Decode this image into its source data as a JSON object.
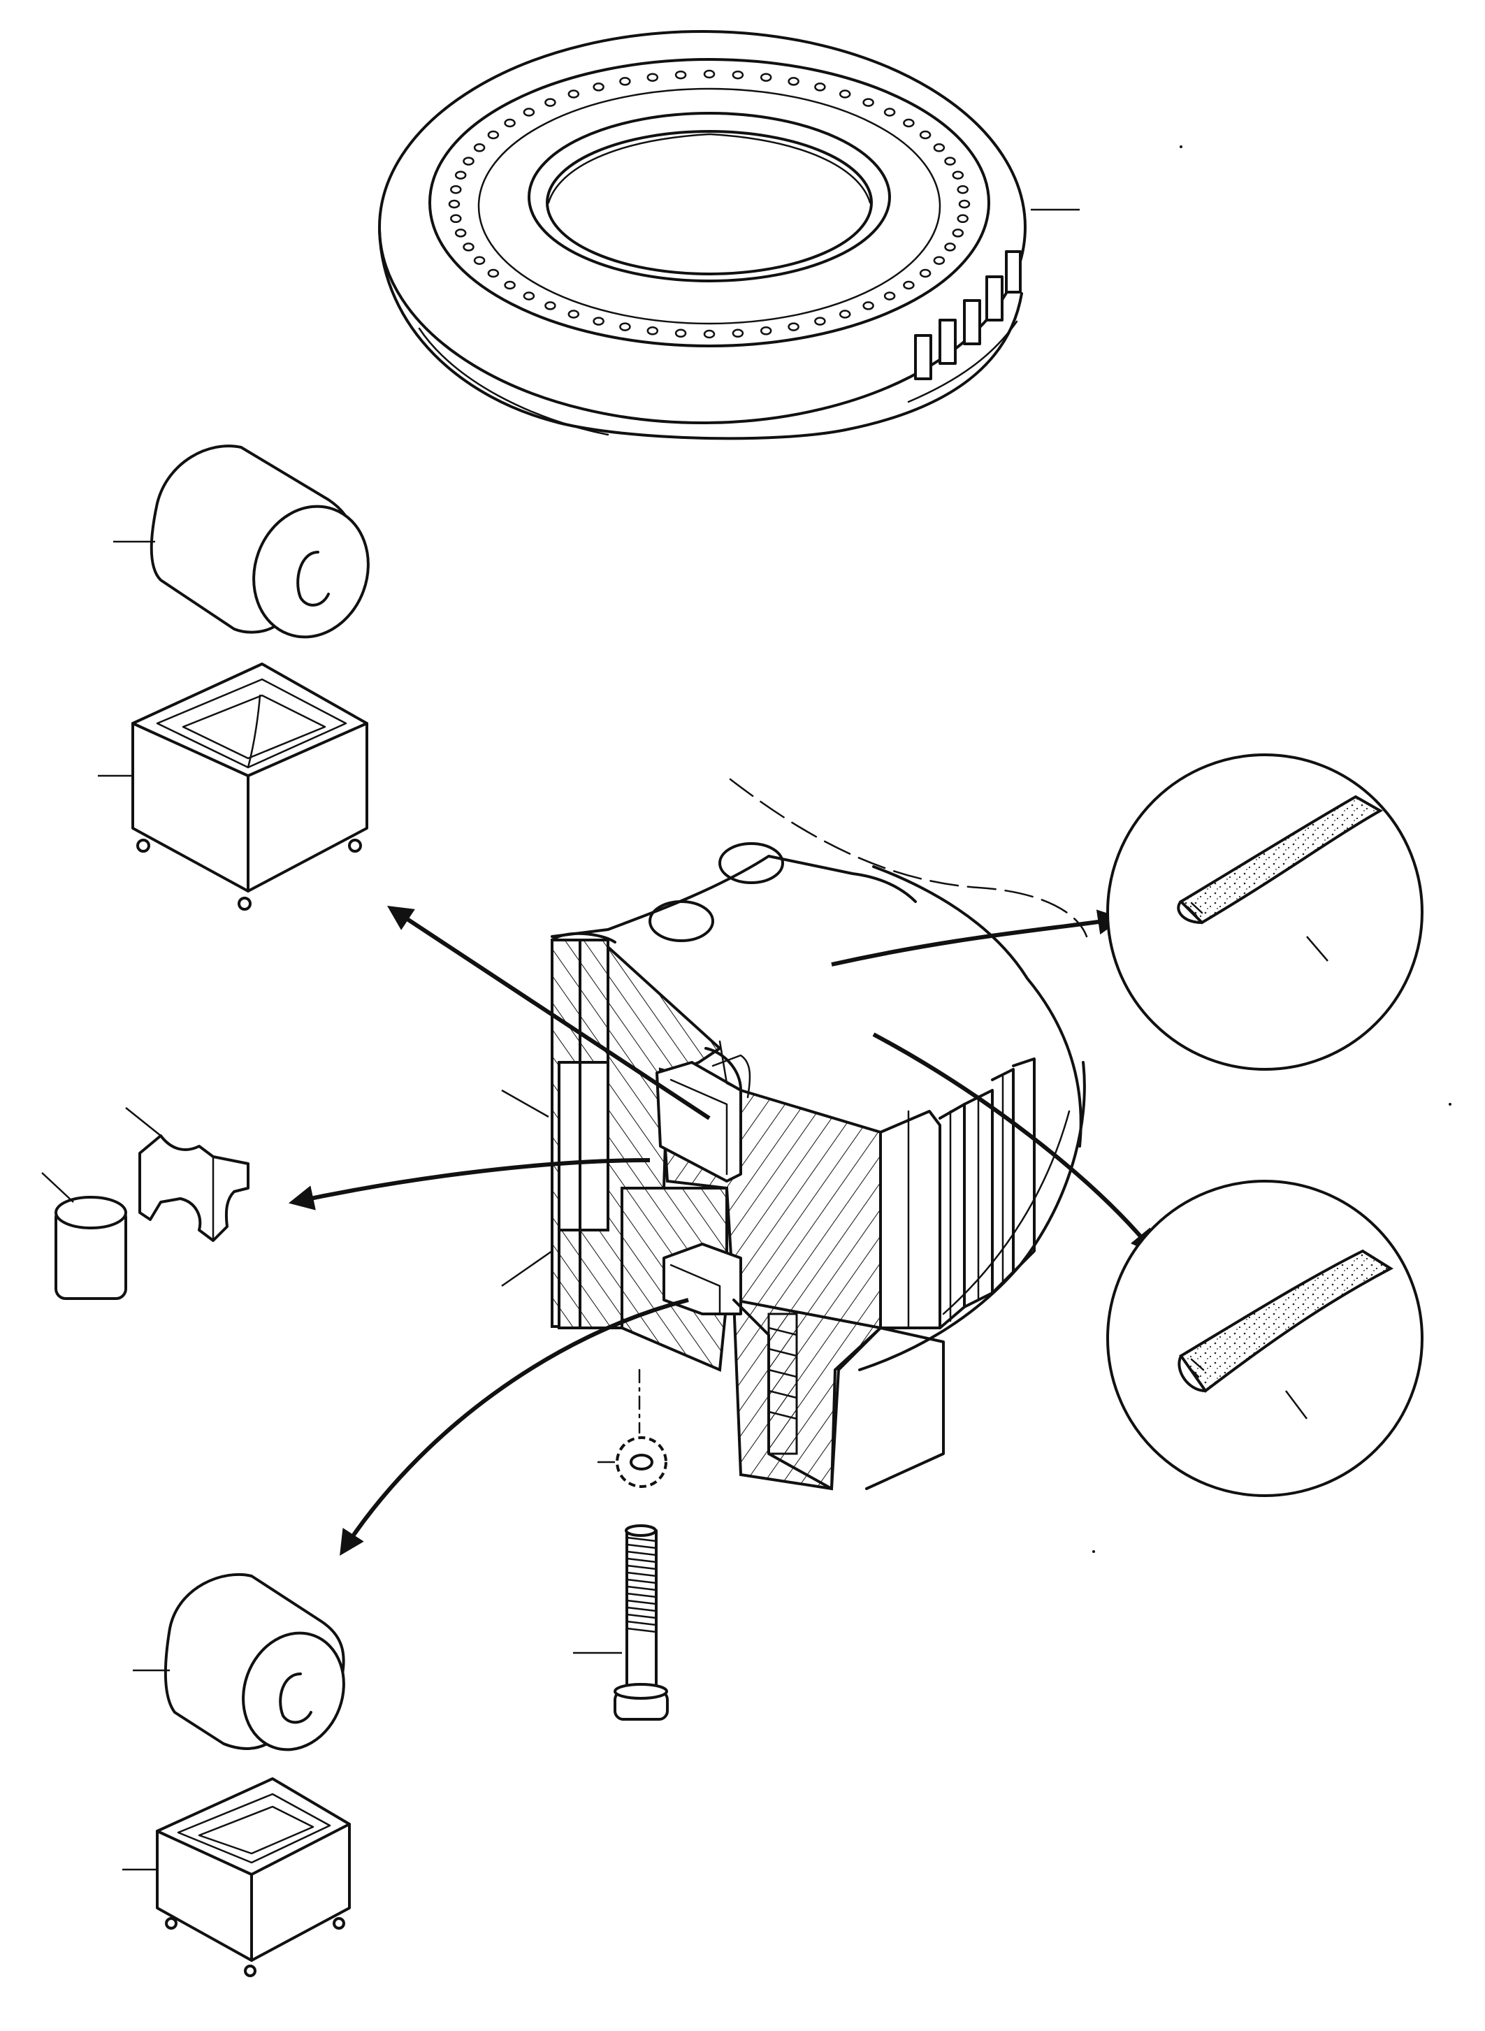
{
  "figure": {
    "kind": "exploded parts illustration",
    "labels": []
  },
  "parts": [
    {
      "name": "slewing-ring",
      "icon": "gear-ring"
    },
    {
      "name": "cylindrical-roller-upper",
      "icon": "roller"
    },
    {
      "name": "roller-cage-upper",
      "icon": "cage"
    },
    {
      "name": "spacer",
      "icon": "spacer"
    },
    {
      "name": "dowel-pin",
      "icon": "pin"
    },
    {
      "name": "bearing-cross-section",
      "icon": "section"
    },
    {
      "name": "seal-upper",
      "icon": "seal"
    },
    {
      "name": "seal-lower",
      "icon": "seal"
    },
    {
      "name": "lock-washer",
      "icon": "washer"
    },
    {
      "name": "bolt",
      "icon": "bolt"
    },
    {
      "name": "cylindrical-roller-lower",
      "icon": "roller"
    },
    {
      "name": "roller-cage-lower",
      "icon": "cage"
    }
  ]
}
